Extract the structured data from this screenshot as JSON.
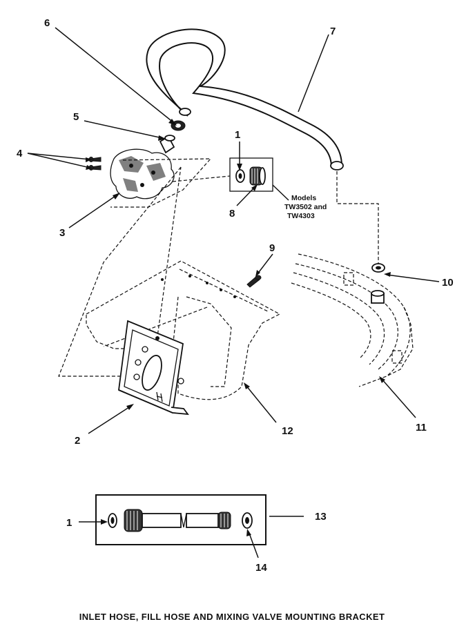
{
  "callouts": {
    "c1_top": "1",
    "c2": "2",
    "c3": "3",
    "c4": "4",
    "c5": "5",
    "c6": "6",
    "c7": "7",
    "c8": "8",
    "c9": "9",
    "c10": "10",
    "c11": "11",
    "c12": "12",
    "c1_bottom": "1",
    "c13": "13",
    "c14": "14"
  },
  "note": {
    "line1": "Models",
    "line2": "TW3502 and",
    "line3": "TW4303"
  },
  "caption": "INLET HOSE, FILL HOSE AND MIXING VALVE MOUNTING BRACKET"
}
